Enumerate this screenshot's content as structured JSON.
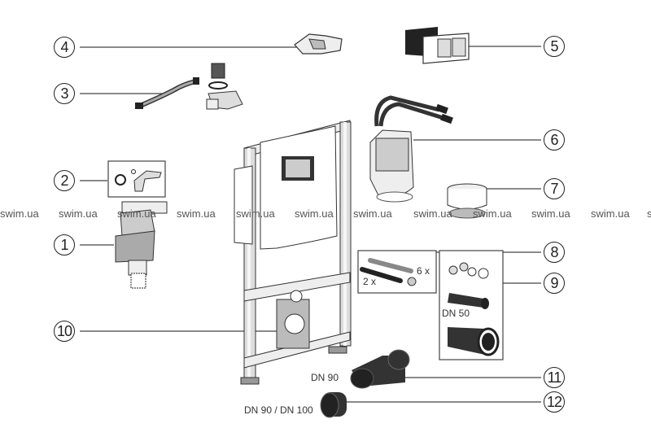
{
  "callouts": [
    "4",
    "3",
    "2",
    "1",
    "10",
    "5",
    "6",
    "7",
    "8",
    "9",
    "11",
    "12"
  ],
  "labels": {
    "qty_rods": "6 x",
    "qty_threaded": "2 x",
    "dn50": "DN 50",
    "dn90": "DN 90",
    "dn90_100": "DN 90 / DN 100"
  },
  "watermark": "swim.ua",
  "watermarks": [
    "swim.ua",
    "swim.ua",
    "swim.ua",
    "swim.ua",
    "swim.ua",
    "swim.ua",
    "swim.ua",
    "swim.ua",
    "swim.ua",
    "swim.ua",
    "swim.ua",
    "s"
  ]
}
